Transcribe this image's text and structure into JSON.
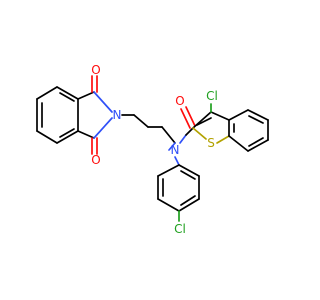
{
  "molecule": {
    "atoms": {
      "O1": {
        "text": "O",
        "color": "#ff0d0d"
      },
      "O2": {
        "text": "O",
        "color": "#ff0d0d"
      },
      "O3": {
        "text": "O",
        "color": "#ff0d0d"
      },
      "N1": {
        "text": "N",
        "color": "#3050f8"
      },
      "N2": {
        "text": "N",
        "color": "#3050f8"
      },
      "Cl1": {
        "text": "Cl",
        "color": "#1fa01f"
      },
      "Cl2": {
        "text": "Cl",
        "color": "#1fa01f"
      },
      "S1": {
        "text": "S",
        "color": "#b2a200"
      }
    }
  }
}
